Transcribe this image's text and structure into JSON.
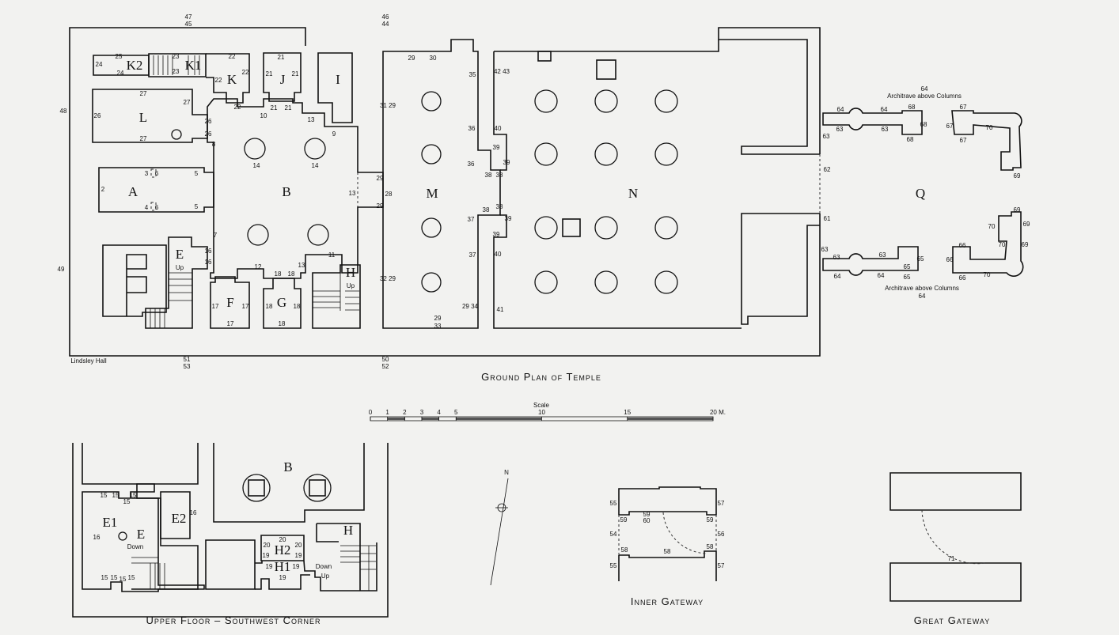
{
  "titles": {
    "ground_plan": "Ground Plan of Temple",
    "upper_floor": "Upper Floor – Southwest Corner",
    "inner_gateway": "Inner Gateway",
    "great_gateway": "Great Gateway",
    "north": "N",
    "scale": "Scale"
  },
  "scale_ticks": [
    "0",
    "1",
    "2",
    "3",
    "4",
    "5",
    "10",
    "15",
    "20 M."
  ],
  "rooms": [
    "K2",
    "K1",
    "K",
    "J",
    "I",
    "L",
    "A",
    "B",
    "E",
    "F",
    "G",
    "H",
    "M",
    "N",
    "Q"
  ],
  "upper_rooms": [
    "B",
    "E1",
    "E",
    "E2",
    "H2",
    "H1",
    "H"
  ],
  "dims": [
    "47",
    "45",
    "46",
    "44",
    "48",
    "49",
    "51",
    "53",
    "50",
    "52",
    "Lindsley Hall",
    "24",
    "25",
    "24",
    "23",
    "23",
    "22",
    "22",
    "22",
    "22",
    "21",
    "21",
    "21",
    "21",
    "21",
    "10",
    "13",
    "9",
    "27",
    "27",
    "26",
    "27",
    "26",
    "26",
    "8",
    "14",
    "14",
    "3",
    "6",
    "5",
    "2",
    "4",
    "6",
    "5",
    "7",
    "16",
    "16",
    "12",
    "18",
    "18",
    "13",
    "11",
    "13",
    "29",
    "28",
    "29",
    "29",
    "30",
    "31 29",
    "32 29",
    "29",
    "33",
    "29 34",
    "35",
    "36",
    "36",
    "38",
    "38",
    "37",
    "37",
    "42 43",
    "40",
    "39",
    "39",
    "38",
    "38",
    "39",
    "39",
    "40",
    "41",
    "64",
    "Architrave above Columns",
    "64",
    "64",
    "68",
    "63",
    "63",
    "68",
    "68",
    "63",
    "62",
    "61",
    "67",
    "67",
    "67",
    "70",
    "69",
    "69",
    "69",
    "70",
    "70",
    "69",
    "63",
    "63",
    "63",
    "64",
    "64",
    "65",
    "65",
    "65",
    "66",
    "66",
    "66",
    "70",
    "Architrave above Columns",
    "64",
    "17",
    "17",
    "17",
    "18",
    "18",
    "18",
    "Up",
    "Up"
  ],
  "upper_dims": [
    "15",
    "15",
    "15",
    "15",
    "16",
    "16",
    "15",
    "15",
    "15",
    "15",
    "20",
    "20",
    "20",
    "19",
    "19",
    "19",
    "19",
    "19",
    "Down",
    "Down",
    "Up"
  ],
  "gateway_dims": [
    "55",
    "57",
    "59",
    "59",
    "60",
    "59",
    "54",
    "56",
    "58",
    "58",
    "58",
    "55",
    "57",
    "71"
  ]
}
